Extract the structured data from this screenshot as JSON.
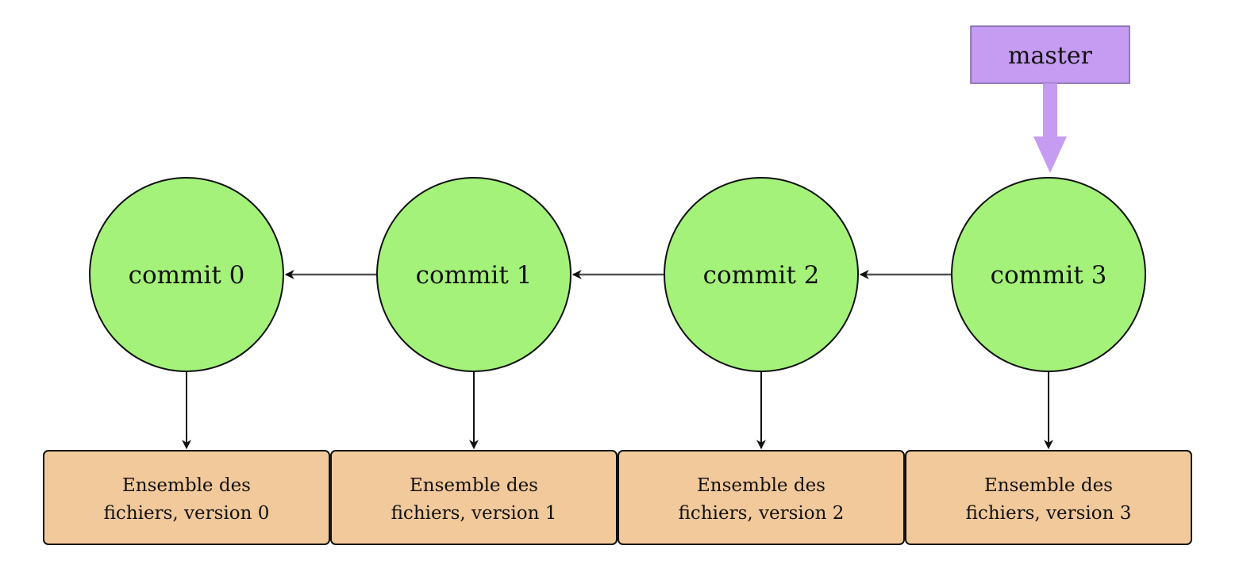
{
  "branch": {
    "label": "master",
    "color": "#c59cf2",
    "target": 3
  },
  "commits": [
    {
      "label": "commit 0",
      "files_line1": "Ensemble des",
      "files_line2": "fichiers, version 0"
    },
    {
      "label": "commit 1",
      "files_line1": "Ensemble des",
      "files_line2": "fichiers, version 1"
    },
    {
      "label": "commit 2",
      "files_line1": "Ensemble des",
      "files_line2": "fichiers, version 2"
    },
    {
      "label": "commit 3",
      "files_line1": "Ensemble des",
      "files_line2": "fichiers, version 3"
    }
  ],
  "colors": {
    "commit_fill": "#a4f27a",
    "box_fill": "#f2c99b",
    "stroke": "#111111",
    "edge": "#555555"
  }
}
